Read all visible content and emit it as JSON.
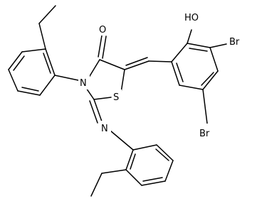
{
  "molecule": {
    "atoms": {
      "hydroxyl": "HO",
      "bromo_top": "Br",
      "bromo_bottom": "Br",
      "carbonyl_oxygen": "O",
      "ring_nitrogen": "N",
      "ring_sulfur": "S",
      "imine_nitrogen": "N"
    }
  }
}
